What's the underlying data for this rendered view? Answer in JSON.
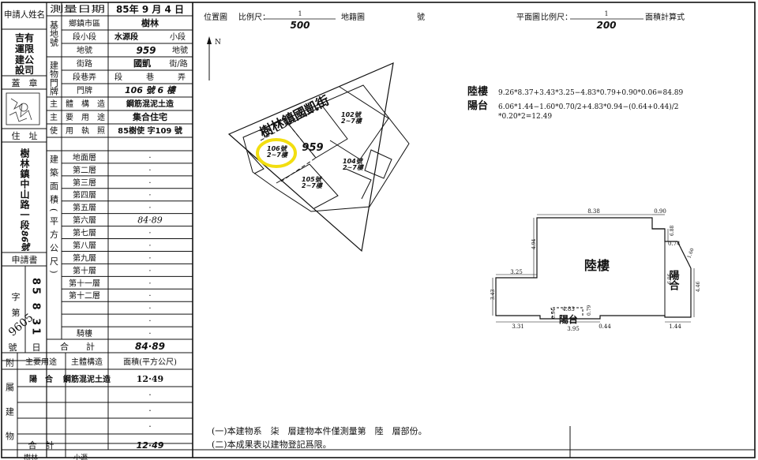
{
  "left_block": {
    "applicant_label": "申請人姓名",
    "applicant_name_lines": [
      "吉有",
      "運限",
      "建公",
      "設司"
    ],
    "seal_label": "蓋　章",
    "address_label": "住　址",
    "address_lines": [
      "樹林鎮中山路一段",
      "86號"
    ],
    "application_label": "申請書",
    "zi_label": "字",
    "di_label": "第",
    "hao_label": "號",
    "hao2_label": "日",
    "app_number": "85 8 31",
    "app_stamp": "9605"
  },
  "form": {
    "measure_date_label": "測量日期",
    "measure_date_value": "85年 9 月 4 日",
    "base_location_label": "基地號",
    "township_label": "鄉鎮市區",
    "township_value": "樹林",
    "section_label": "段小段",
    "section_value": "水源段",
    "subsection_suffix": "小段",
    "lot_label": "地號",
    "lot_value": "959",
    "lot_suffix": "地號",
    "door_label": "建物門牌",
    "street_label": "街路",
    "street_value": "國凱",
    "street_suffix": "街/路",
    "alley_label": "段巷弄",
    "alley_value": "段 巷 弄",
    "door_number_label": "門牌",
    "door_number_value": "106 號 6 樓",
    "structure_label": "主體構造",
    "structure_value": "鋼筋混泥土造",
    "use_label": "主要用途",
    "use_value": "集合住宅",
    "license_label": "使用執照",
    "license_value": "85樹使 字109 號",
    "area_group_label": "建築面積(平方公尺)",
    "floors": [
      {
        "name": "地面層",
        "value": "·"
      },
      {
        "name": "第二層",
        "value": "·"
      },
      {
        "name": "第三層",
        "value": "·"
      },
      {
        "name": "第四層",
        "value": "·"
      },
      {
        "name": "第五層",
        "value": "·"
      },
      {
        "name": "第六層",
        "value": "84·89"
      },
      {
        "name": "第七層",
        "value": "·"
      },
      {
        "name": "第八層",
        "value": "·"
      },
      {
        "name": "第九層",
        "value": "·"
      },
      {
        "name": "第十層",
        "value": "·"
      },
      {
        "name": "第十一層",
        "value": "·"
      },
      {
        "name": "第十二層",
        "value": "·"
      },
      {
        "name": "",
        "value": "·"
      },
      {
        "name": "",
        "value": "·"
      },
      {
        "name": "騎樓",
        "value": "·"
      }
    ],
    "total_label": "合　　計",
    "total_value": "84·89",
    "attached_label": "附屬建物",
    "attached_use_header": "主要用途",
    "attached_struct_header": "主體構造",
    "attached_area_header": "面積(平方公尺)",
    "attached_rows": [
      {
        "use": "陽　合",
        "struct": "鋼筋混泥土造",
        "area": "12·49"
      },
      {
        "use": "",
        "struct": "",
        "area": "·"
      },
      {
        "use": "",
        "struct": "",
        "area": "·"
      },
      {
        "use": "",
        "struct": "",
        "area": "·"
      }
    ],
    "attached_total_label": "合　計",
    "attached_total_value": "12·49"
  },
  "location_map": {
    "title": "位置圖",
    "scale_label": "比例尺：",
    "scale_num": "1",
    "scale_den": "500",
    "cadastral_label": "地籍圖",
    "number_label": "號",
    "street_name": "樹林鎮國凱街",
    "north_label": "N",
    "parcel_number": "959",
    "unit_labels": [
      "106號 2~7樓",
      "102號 2~7樓",
      "104號 2~7樓",
      "105號 2~7樓"
    ]
  },
  "floor_plan": {
    "title": "平面圖",
    "scale_label": "比例尺：",
    "scale_num": "1",
    "scale_den": "200",
    "calc_label": "面積計算式",
    "formula_luolou_label": "陸樓",
    "formula_luolou": "9.26*8.37+3.43*3.25−4.83*0.79+0.90*0.06=84.89",
    "formula_yangtai_label": "陽台",
    "formula_yangtai_line1": "6.06*1.44−1.60*0.70/2+4.83*0.94−(0.64+0.44)/2",
    "formula_yangtai_line2": "*0.20*2=12.49",
    "room_label": "陸樓",
    "balcony_label_bottom": "陽台",
    "balcony_label_right": "陽合",
    "dims": {
      "top": "8.38",
      "top_right": "0.90",
      "right_a": "6.88",
      "right_b": "0.74",
      "diagonal": "1.60",
      "right_inner": "6.06",
      "right_outer": "4.46",
      "left_upper": "4.94",
      "step": "3.25",
      "left_lower": "3.43",
      "bottom_left": "3.31",
      "balcony_top": "4.83",
      "balcony_left": "0.94",
      "balcony_right": "0.79",
      "bottom_mid": "3.95",
      "bottom_small": "0.44",
      "bottom_right": "1.44"
    }
  },
  "notes": {
    "note1": "(一)本建物系　柒　層建物本件僅測量第　陸　層部份。",
    "note2": "(二)本成果表以建物登記爲限。",
    "bottom_fragment": "樹林　　　　　小源"
  }
}
